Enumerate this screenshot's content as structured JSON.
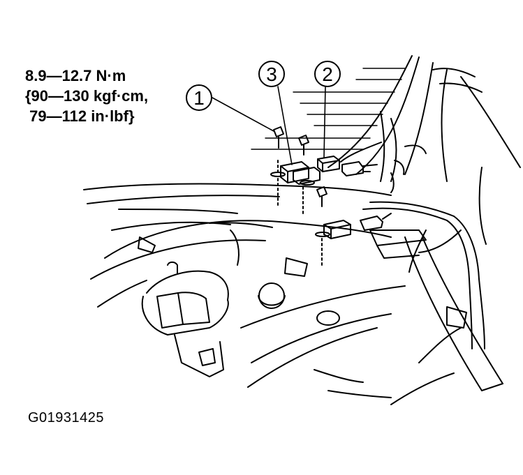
{
  "torque_spec": {
    "line1": "8.9—12.7 N·m",
    "line2": "{90—130 kgf·cm,",
    "line3": " 79—112 in·lbf}"
  },
  "callouts": [
    {
      "id": "1",
      "label": "1"
    },
    {
      "id": "2",
      "label": "2"
    },
    {
      "id": "3",
      "label": "3"
    }
  ],
  "figure_id": "G01931425",
  "colors": {
    "ink": "#000000",
    "paper": "#ffffff"
  }
}
